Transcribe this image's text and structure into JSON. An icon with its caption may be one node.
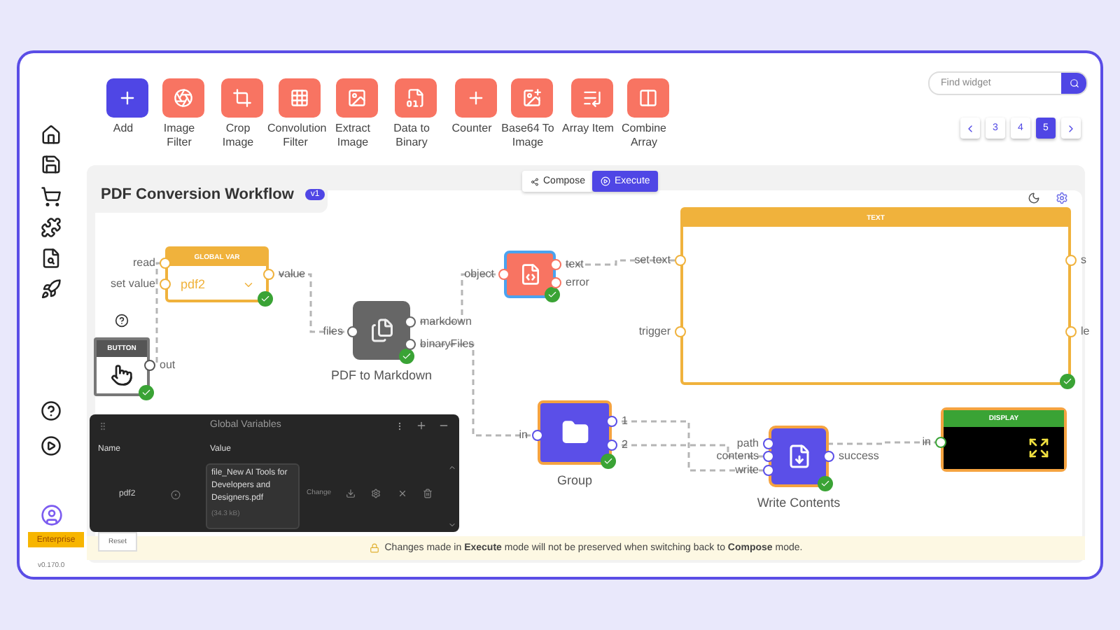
{
  "diagram": {
    "title": "PDF Conversion Workflow",
    "nodes": [
      {
        "text": [
          "BUTTON"
        ],
        "beside": [
          "out"
        ]
      },
      {
        "text": [
          "GLOBAL VAR",
          "pdf2"
        ],
        "beside": [
          "read",
          "set value",
          "value"
        ]
      },
      {
        "text": [
          "PDF to Markdown"
        ],
        "beside": [
          "files",
          "markdown",
          "binaryFiles"
        ]
      },
      {
        "text": [],
        "shape": "box",
        "beside": [
          "object",
          "text",
          "error"
        ]
      },
      {
        "text": [
          "TEXT"
        ],
        "beside": [
          "set text",
          "trigger",
          "s",
          "le"
        ]
      },
      {
        "text": [
          "Group"
        ],
        "beside": [
          "in",
          "1",
          "2"
        ]
      },
      {
        "text": [
          "Write Contents"
        ],
        "beside": [
          "path",
          "contents",
          "write",
          "success"
        ]
      },
      {
        "text": [
          "DISPLAY"
        ],
        "beside": [
          "in"
        ]
      }
    ],
    "edges": [
      {
        "from": 0,
        "to": 1,
        "arrow": "none",
        "style": "dashed"
      },
      {
        "from": 1,
        "to": 2,
        "arrow": "none",
        "style": "dashed"
      },
      {
        "from": 2,
        "to": 3,
        "arrow": "none",
        "style": "dashed"
      },
      {
        "from": 2,
        "to": 5,
        "arrow": "none",
        "style": "dashed"
      },
      {
        "from": 3,
        "to": 4,
        "arrow": "none",
        "style": "dashed"
      },
      {
        "from": 5,
        "to": 6,
        "arrow": "none",
        "style": "dashed"
      },
      {
        "from": 5,
        "to": 6,
        "arrow": "none",
        "style": "dashed"
      },
      {
        "from": 6,
        "to": 7,
        "arrow": "none",
        "style": "dashed"
      }
    ],
    "labels": [
      "Add",
      "Image Filter",
      "Crop Image",
      "Convolution Filter",
      "Extract Image",
      "Data to Binary",
      "Counter",
      "Base64 To Image",
      "Array Item",
      "Combine Array",
      "Find widget",
      "3",
      "4",
      "5",
      "Compose",
      "Execute",
      "v1",
      "Global Variables",
      "Name",
      "Value",
      "pdf2",
      "file_New AI Tools for Developers and Designers.pdf",
      "(34.3 kB)",
      "Change",
      "Reset",
      "Enterprise",
      "v0.170.0",
      "Changes made in **Execute** mode will not be preserved when switching back to **Compose** mode."
    ]
  }
}
